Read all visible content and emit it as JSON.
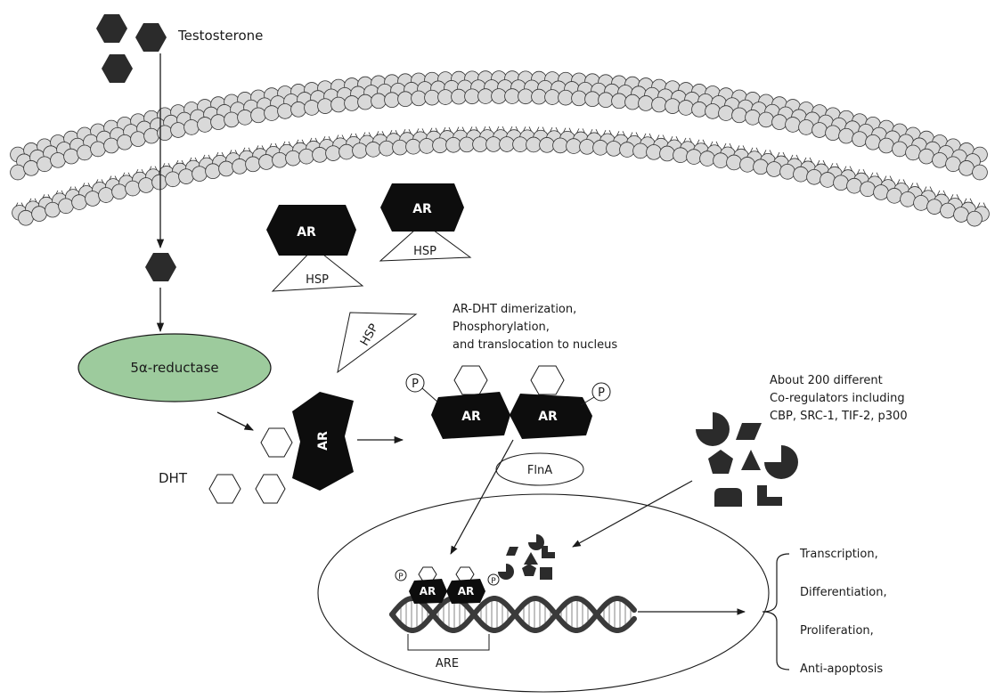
{
  "labels": {
    "testosterone": "Testosterone",
    "enzyme": "5α-reductase",
    "dht": "DHT",
    "ar": "AR",
    "hsp": "HSP",
    "p": "P",
    "flna": "FlnA",
    "are": "ARE",
    "dimerization": [
      "AR-DHT dimerization,",
      "Phosphorylation,",
      "and translocation to nucleus"
    ],
    "coregulators": [
      "About 200 different",
      "Co-regulators including",
      "CBP, SRC-1, TIF-2, p300"
    ],
    "outcomes": [
      "Transcription,",
      "Differentiation,",
      "Proliferation,",
      "Anti-apoptosis"
    ]
  },
  "colors": {
    "hormone": "#2b2b2b",
    "receptor": "#0d0d0d",
    "enzyme_fill": "#9dcb9d",
    "lipid_head": "#d9d9d9",
    "dna": "#3a3a3a"
  }
}
